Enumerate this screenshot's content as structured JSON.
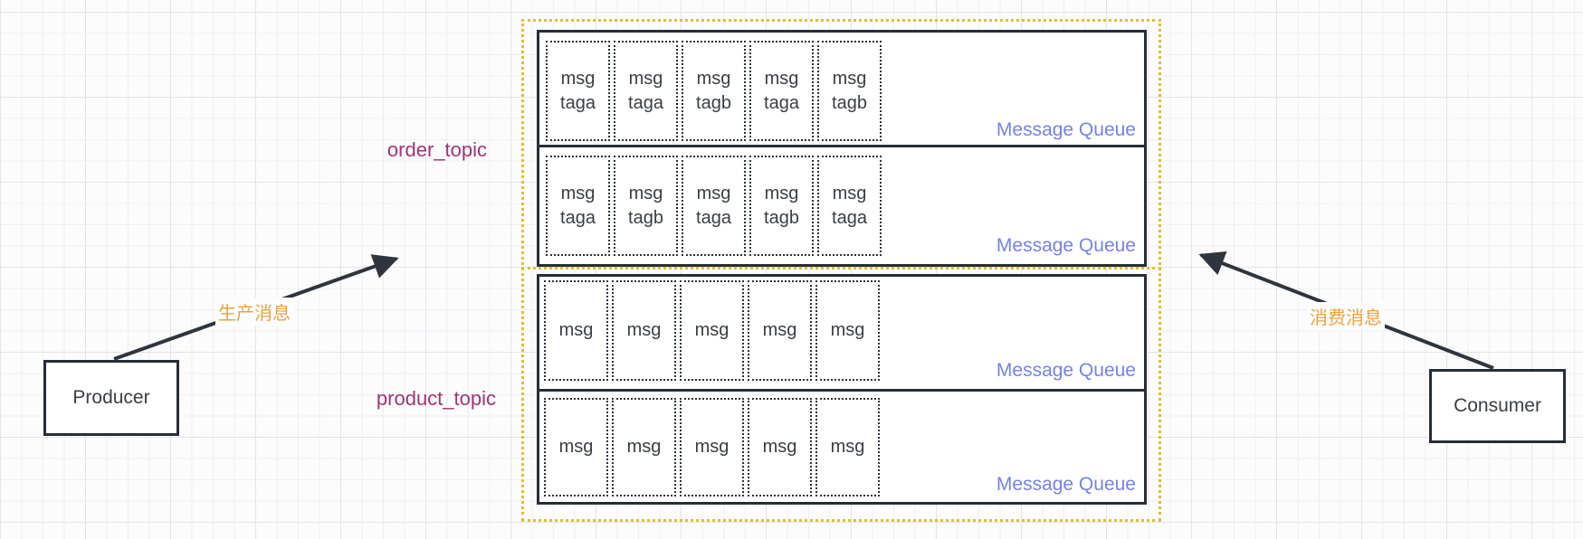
{
  "diagram": {
    "nodes": {
      "producer": "Producer",
      "consumer": "Consumer"
    },
    "edges": {
      "produce": "生产消息",
      "consume": "消费消息"
    },
    "topics": [
      {
        "name": "order_topic",
        "queues": [
          {
            "label": "Message Queue",
            "messages": [
              [
                "msg",
                "taga"
              ],
              [
                "msg",
                "taga"
              ],
              [
                "msg",
                "tagb"
              ],
              [
                "msg",
                "taga"
              ],
              [
                "msg",
                "tagb"
              ]
            ]
          },
          {
            "label": "Message Queue",
            "messages": [
              [
                "msg",
                "taga"
              ],
              [
                "msg",
                "tagb"
              ],
              [
                "msg",
                "taga"
              ],
              [
                "msg",
                "tagb"
              ],
              [
                "msg",
                "taga"
              ]
            ]
          }
        ]
      },
      {
        "name": "product_topic",
        "queues": [
          {
            "label": "Message Queue",
            "messages": [
              [
                "msg"
              ],
              [
                "msg"
              ],
              [
                "msg"
              ],
              [
                "msg"
              ],
              [
                "msg"
              ]
            ]
          },
          {
            "label": "Message Queue",
            "messages": [
              [
                "msg"
              ],
              [
                "msg"
              ],
              [
                "msg"
              ],
              [
                "msg"
              ],
              [
                "msg"
              ]
            ]
          }
        ]
      }
    ],
    "colors": {
      "stroke_dark": "#272d38",
      "region_dotted_yellow": "#dfc02f",
      "queue_label_blue": "#7582ea",
      "topic_label_magenta": "#a23476",
      "edge_label_orange": "#eba23f"
    }
  }
}
